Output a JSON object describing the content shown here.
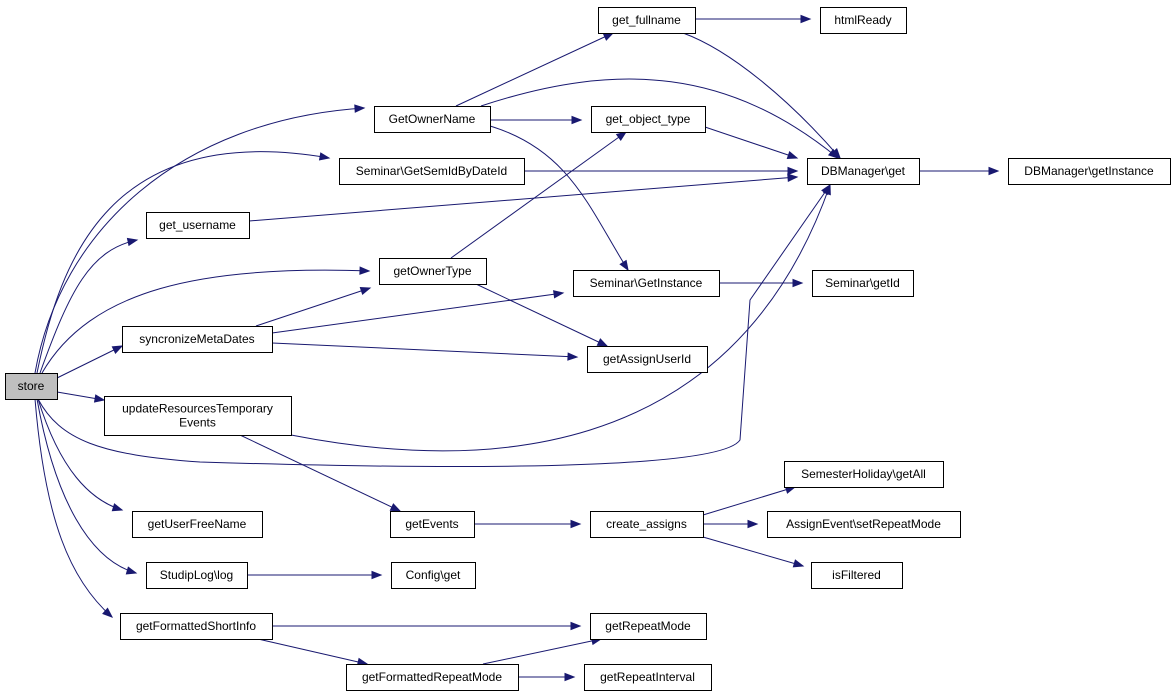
{
  "diagram": {
    "type": "call-graph",
    "edge_color": "#191970",
    "root_fill": "#bfbfbf",
    "nodes": [
      {
        "id": "store",
        "label": "store",
        "root": true
      },
      {
        "id": "getownername",
        "label": "GetOwnerName"
      },
      {
        "id": "semidbydate",
        "label": "Seminar\\GetSemIdByDateId"
      },
      {
        "id": "get_username",
        "label": "get_username"
      },
      {
        "id": "getownertype",
        "label": "getOwnerType"
      },
      {
        "id": "syncmeta",
        "label": "syncronizeMetaDates"
      },
      {
        "id": "updres",
        "label": [
          "updateResourcesTemporary",
          "Events"
        ]
      },
      {
        "id": "getuserfree",
        "label": "getUserFreeName"
      },
      {
        "id": "studiplog",
        "label": "StudipLog\\log"
      },
      {
        "id": "getformshort",
        "label": "getFormattedShortInfo"
      },
      {
        "id": "get_fullname",
        "label": "get_fullname"
      },
      {
        "id": "htmlready",
        "label": "htmlReady"
      },
      {
        "id": "get_object_type",
        "label": "get_object_type"
      },
      {
        "id": "dbget",
        "label": "DBManager\\get"
      },
      {
        "id": "dbinst",
        "label": "DBManager\\getInstance"
      },
      {
        "id": "seminst",
        "label": "Seminar\\GetInstance"
      },
      {
        "id": "semgetid",
        "label": "Seminar\\getId"
      },
      {
        "id": "getassign",
        "label": "getAssignUserId"
      },
      {
        "id": "getevents",
        "label": "getEvents"
      },
      {
        "id": "createassigns",
        "label": "create_assigns"
      },
      {
        "id": "semhol",
        "label": "SemesterHoliday\\getAll"
      },
      {
        "id": "assignrep",
        "label": "AssignEvent\\setRepeatMode"
      },
      {
        "id": "isfiltered",
        "label": "isFiltered"
      },
      {
        "id": "configget",
        "label": "Config\\get"
      },
      {
        "id": "getrepeatmode",
        "label": "getRepeatMode"
      },
      {
        "id": "getformrepeat",
        "label": "getFormattedRepeatMode"
      },
      {
        "id": "getrepeatint",
        "label": "getRepeatInterval"
      }
    ],
    "edges": [
      [
        "store",
        "getownername"
      ],
      [
        "store",
        "semidbydate"
      ],
      [
        "store",
        "get_username"
      ],
      [
        "store",
        "getownertype"
      ],
      [
        "store",
        "syncmeta"
      ],
      [
        "store",
        "updres"
      ],
      [
        "store",
        "dbget"
      ],
      [
        "store",
        "getuserfree"
      ],
      [
        "store",
        "studiplog"
      ],
      [
        "store",
        "getformshort"
      ],
      [
        "getownername",
        "get_fullname"
      ],
      [
        "getownername",
        "dbget"
      ],
      [
        "getownername",
        "get_object_type"
      ],
      [
        "getownername",
        "seminst"
      ],
      [
        "get_fullname",
        "htmlready"
      ],
      [
        "get_fullname",
        "dbget"
      ],
      [
        "get_object_type",
        "dbget"
      ],
      [
        "semidbydate",
        "dbget"
      ],
      [
        "get_username",
        "dbget"
      ],
      [
        "dbget",
        "dbinst"
      ],
      [
        "getownertype",
        "get_object_type"
      ],
      [
        "getownertype",
        "getassign"
      ],
      [
        "syncmeta",
        "getownertype"
      ],
      [
        "syncmeta",
        "seminst"
      ],
      [
        "syncmeta",
        "getassign"
      ],
      [
        "seminst",
        "semgetid"
      ],
      [
        "updres",
        "dbget"
      ],
      [
        "updres",
        "getevents"
      ],
      [
        "getevents",
        "createassigns"
      ],
      [
        "createassigns",
        "semhol"
      ],
      [
        "createassigns",
        "assignrep"
      ],
      [
        "createassigns",
        "isfiltered"
      ],
      [
        "studiplog",
        "configget"
      ],
      [
        "getformshort",
        "getrepeatmode"
      ],
      [
        "getformshort",
        "getformrepeat"
      ],
      [
        "getformrepeat",
        "getrepeatmode"
      ],
      [
        "getformrepeat",
        "getrepeatint"
      ]
    ]
  }
}
